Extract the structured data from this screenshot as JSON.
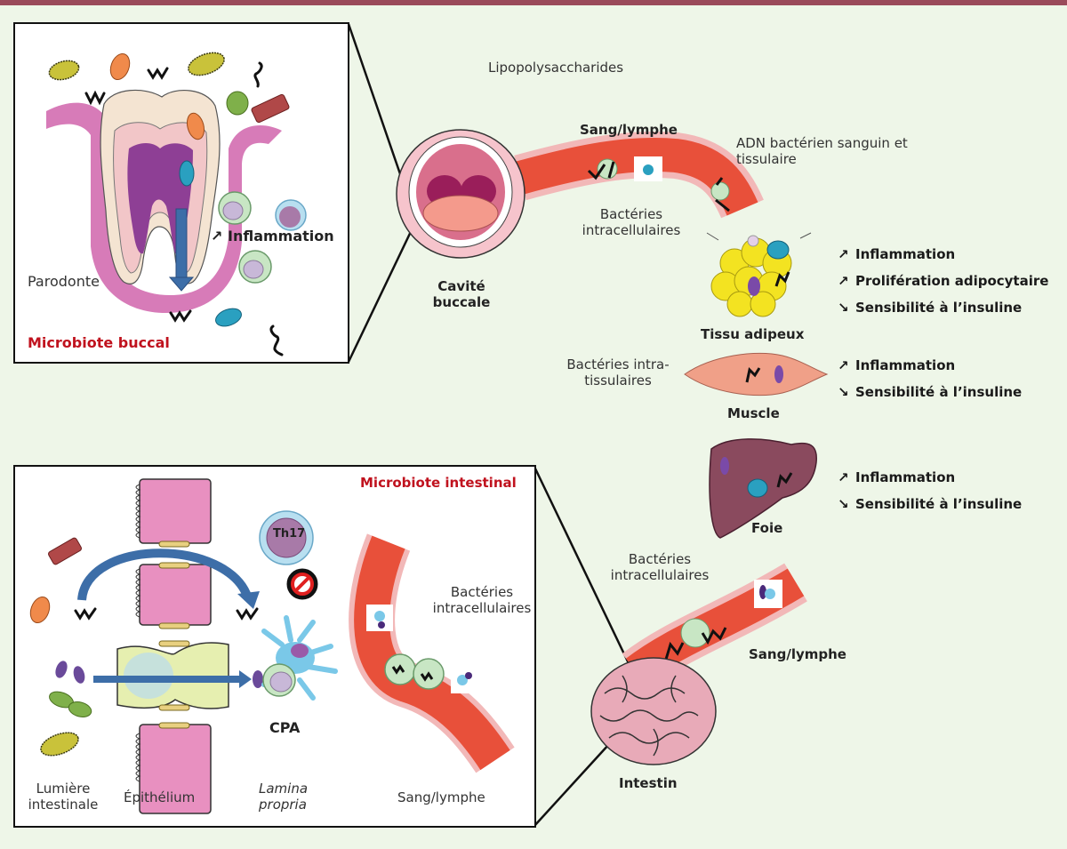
{
  "title": "Microbiote buccal et intestinal : translocation bactérienne et effets métaboliques",
  "colors": {
    "top_bar": "#9a4a5a",
    "background": "#eef6e8",
    "panel_title": "#c0121e",
    "vessel": "#e8503a",
    "vessel_wall": "#f2b8b8",
    "arrow_blue": "#3d6ea8"
  },
  "oral_panel": {
    "title": "Microbiote buccal",
    "labels": {
      "periodontium": "Parodonte",
      "inflammation": "Inflammation"
    },
    "inflammation_direction": "up",
    "icons": [
      "tooth",
      "gum",
      "bacteria-rod-hairy",
      "bacteria-oval",
      "bacterial-dna-squiggle",
      "immune-cell",
      "lymphocyte",
      "down-arrow"
    ]
  },
  "intestinal_panel": {
    "title": "Microbiote intestinal",
    "labels": {
      "lumen": "Lumière intestinale",
      "epithelium": "Épithélium",
      "lamina_propria": "Lamina propria",
      "blood": "Sang/lymphe",
      "th17": "Th17",
      "apc": "CPA",
      "intracellular_bacteria": "Bactéries intracellulaires"
    },
    "icons": [
      "epithelial-cell",
      "tight-junction",
      "curved-arrow",
      "straight-arrow",
      "th17-cell",
      "prohibited-icon",
      "dendritic-cell",
      "macrophage"
    ]
  },
  "main": {
    "lps": "Lipopolysaccharides",
    "oral_cavity": "Cavité buccale",
    "blood_top": "Sang/lymphe",
    "bacterial_dna": "ADN bactérien sanguin et tissulaire",
    "intracellular_top": "Bactéries intracellulaires",
    "adipose": "Tissu adipeux",
    "intra_tissue": "Bactéries intra-tissulaires",
    "muscle": "Muscle",
    "liver": "Foie",
    "intracellular_bottom": "Bactéries intracellulaires",
    "blood_bottom": "Sang/lymphe",
    "intestine": "Intestin"
  },
  "effects": {
    "adipose": [
      {
        "direction": "up",
        "arrow": "↗",
        "text": "Inflammation"
      },
      {
        "direction": "up",
        "arrow": "↗",
        "text": "Prolifération adipocytaire"
      },
      {
        "direction": "down",
        "arrow": "↘",
        "text": "Sensibilité à l’insuline"
      }
    ],
    "muscle": [
      {
        "direction": "up",
        "arrow": "↗",
        "text": "Inflammation"
      },
      {
        "direction": "down",
        "arrow": "↘",
        "text": "Sensibilité à l’insuline"
      }
    ],
    "liver": [
      {
        "direction": "up",
        "arrow": "↗",
        "text": "Inflammation"
      },
      {
        "direction": "down",
        "arrow": "↘",
        "text": "Sensibilité à l’insuline"
      }
    ]
  },
  "inflammation_arrow": "↗"
}
